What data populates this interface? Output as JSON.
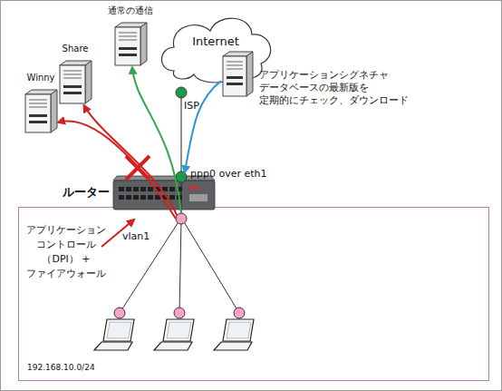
{
  "diagram": {
    "nodes": [
      {
        "text": [
          "通常の通信"
        ]
      },
      {
        "text": [
          "Internet"
        ]
      },
      {
        "text": [
          "Share"
        ]
      },
      {
        "text": [
          "Winny"
        ]
      },
      {
        "text": [
          "アプリケーションシグネチャ データベースの最新版を 定期的にチェック、ダウンロード"
        ]
      },
      {
        "text": [
          "ISP"
        ]
      },
      {
        "text": [
          "ppp0 over eth1"
        ]
      },
      {
        "text": [
          "ルーター"
        ]
      },
      {
        "text": [
          "192.168.10.0/24"
        ]
      },
      {
        "text": [
          "vlan1"
        ],
        "in": 8
      }
    ],
    "edges": [
      {
        "from": 4,
        "to": 6,
        "arrow": "to"
      },
      {
        "from": 9,
        "to": 3,
        "arrow": "to"
      },
      {
        "from": 9,
        "to": 2,
        "arrow": "to"
      },
      {
        "from": 9,
        "to": 0,
        "arrow": "to"
      },
      {
        "from": 5,
        "to": 6,
        "arrow": "none"
      }
    ],
    "labels": [
      "アプリケーション コントロール （DPI） + ファイアウォール"
    ]
  }
}
